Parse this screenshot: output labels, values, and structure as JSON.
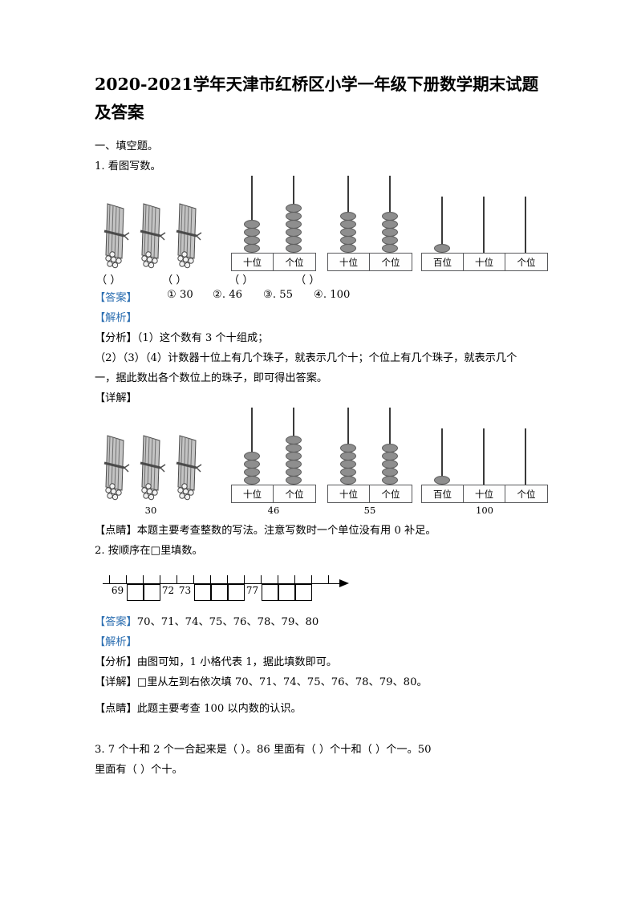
{
  "document": {
    "title": "2020-2021学年天津市红桥区小学一年级下册数学期末试题及答案",
    "section_heading": "一、填空题。"
  },
  "questions": [
    {
      "number": "1",
      "stem": "1. 看图写数。",
      "figure": {
        "bundles_count": 3,
        "counters": [
          {
            "cells": [
              "十位",
              "个位"
            ],
            "beads": [
              4,
              6
            ],
            "caption": "46"
          },
          {
            "cells": [
              "十位",
              "个位"
            ],
            "beads": [
              5,
              5
            ],
            "caption": "55"
          },
          {
            "cells": [
              "百位",
              "十位",
              "个位"
            ],
            "beads": [
              1,
              0,
              0
            ],
            "caption": "100"
          }
        ],
        "bundles_caption": "30",
        "blanks": [
          "（        ）",
          "（        ）",
          "（        ）",
          "（        ）"
        ]
      },
      "answer_label": "【答案】",
      "answer_items": [
        "①  30",
        "②.  46",
        "③.  55",
        "④.  100"
      ],
      "analysis_label": "【解析】",
      "analysis_heading": "【分析】",
      "analysis_lines": [
        "【分析】（1）这个数有 3 个十组成；",
        "（2）（3）（4）计数器十位上有几个珠子，就表示几个十；个位上有几个珠子，就表示几个",
        "一，据此数出各个数位上的珠子，即可得出答案。"
      ],
      "detail_label": "【详解】",
      "insight_line": "【点睛】本题主要考查整数的写法。注意写数时一个单位没有用 0 补足。"
    },
    {
      "number": "2",
      "stem": "2. 按顺序在□里填数。",
      "numberline": {
        "tick_count": 14,
        "labels": [
          "69",
          "72",
          "73",
          "77"
        ],
        "box_groups": [
          2,
          3,
          3
        ]
      },
      "answer_label": "【答案】",
      "answer_text": "70、71、74、75、76、78、79、80",
      "analysis_label": "【解析】",
      "analysis_line": "【分析】由图可知，1 小格代表 1，据此填数即可。",
      "detail_line": "【详解】□里从左到右依次填 70、71、74、75、76、78、79、80。",
      "insight_line": "【点睛】此题主要考查 100 以内数的认识。"
    },
    {
      "number": "3",
      "stem_line1": "3. 7 个十和 2 个一合起来是（        ）。86 里面有（        ）个十和（        ）个一。50",
      "stem_line2": "里面有（        ）个十。"
    }
  ],
  "colors": {
    "accent_blue": "#2a6db0",
    "bead_gray": "#8e8e8e",
    "outline_gray": "#58595b",
    "text_black": "#000000"
  }
}
